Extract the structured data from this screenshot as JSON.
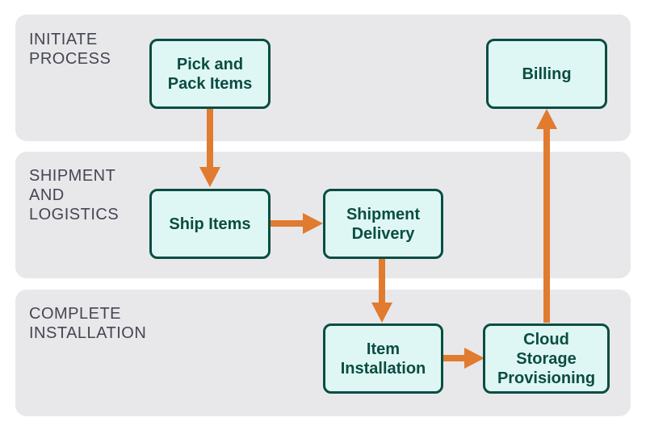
{
  "lanes": [
    {
      "label": "INITIATE\nPROCESS"
    },
    {
      "label": "SHIPMENT\nAND\nLOGISTICS"
    },
    {
      "label": "COMPLETE\nINSTALLATION"
    }
  ],
  "nodes": {
    "pick_pack": "Pick and\nPack Items",
    "billing": "Billing",
    "ship_items": "Ship Items",
    "shipment_delivery": "Shipment\nDelivery",
    "item_installation": "Item\nInstallation",
    "cloud_storage": "Cloud\nStorage\nProvisioning"
  },
  "edges": [
    {
      "from": "Pick and Pack Items",
      "to": "Ship Items"
    },
    {
      "from": "Ship Items",
      "to": "Shipment Delivery"
    },
    {
      "from": "Shipment Delivery",
      "to": "Item Installation"
    },
    {
      "from": "Item Installation",
      "to": "Cloud Storage Provisioning"
    },
    {
      "from": "Cloud Storage Provisioning",
      "to": "Billing"
    }
  ],
  "colors": {
    "lane_bg": "#e8e8ea",
    "node_fill": "#dff7f4",
    "node_border": "#0a4d43",
    "node_text": "#0a4d43",
    "arrow": "#e07b30",
    "lane_text": "#444653"
  }
}
